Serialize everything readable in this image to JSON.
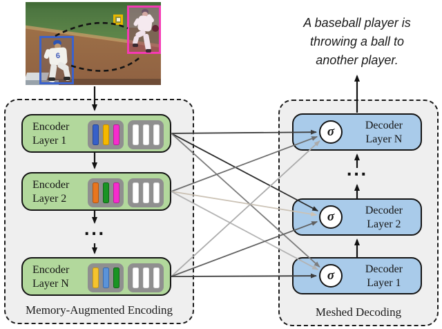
{
  "photo": {
    "description": "baseball-scene",
    "jersey_number": "6",
    "detections": [
      {
        "name": "player-blue-box",
        "color": "#3a62cc"
      },
      {
        "name": "player-pink-box",
        "color": "#f53ab4"
      },
      {
        "name": "ball-box",
        "color": "#e8b800"
      }
    ]
  },
  "caption": {
    "lines": [
      "A baseball player is",
      "throwing a ball to",
      "another player."
    ]
  },
  "encoder": {
    "panel_label": "Memory-Augmented Encoding",
    "ellipsis": "···",
    "layers": [
      {
        "id": "enc1",
        "label_line1": "Encoder",
        "label_line2": "Layer 1",
        "memory_bars": [
          {
            "fill": "#3760c8",
            "border": "#24459a"
          },
          {
            "fill": "#f5b800",
            "border": "#c78f00"
          },
          {
            "fill": "#f72ccd",
            "border": "#b81e98"
          }
        ],
        "key_bars": [
          {
            "fill": "#ffffff",
            "border": "#e2e2e2"
          },
          {
            "fill": "#ffffff",
            "border": "#e2e2e2"
          },
          {
            "fill": "#ffffff",
            "border": "#e2e2e2"
          }
        ]
      },
      {
        "id": "enc2",
        "label_line1": "Encoder",
        "label_line2": "Layer 2",
        "memory_bars": [
          {
            "fill": "#e8761f",
            "border": "#b3540e"
          },
          {
            "fill": "#1a9423",
            "border": "#116317"
          },
          {
            "fill": "#f72ccd",
            "border": "#b81e98"
          }
        ],
        "key_bars": [
          {
            "fill": "#ffffff",
            "border": "#e2e2e2"
          },
          {
            "fill": "#ffffff",
            "border": "#e2e2e2"
          },
          {
            "fill": "#ffffff",
            "border": "#e2e2e2"
          }
        ]
      },
      {
        "id": "encN",
        "label_line1": "Encoder",
        "label_line2": "Layer N",
        "memory_bars": [
          {
            "fill": "#f5c32e",
            "border": "#c79a12"
          },
          {
            "fill": "#5b93d8",
            "border": "#3a6aab"
          },
          {
            "fill": "#1a9423",
            "border": "#116317"
          }
        ],
        "key_bars": [
          {
            "fill": "#ffffff",
            "border": "#e2e2e2"
          },
          {
            "fill": "#ffffff",
            "border": "#e2e2e2"
          },
          {
            "fill": "#ffffff",
            "border": "#e2e2e2"
          }
        ]
      }
    ]
  },
  "decoder": {
    "panel_label": "Meshed Decoding",
    "sigma": "σ",
    "ellipsis": "···",
    "layers": [
      {
        "id": "decN",
        "label_line1": "Decoder",
        "label_line2": "Layer N"
      },
      {
        "id": "dec2",
        "label_line1": "Decoder",
        "label_line2": "Layer 2"
      },
      {
        "id": "dec1",
        "label_line1": "Decoder",
        "label_line2": "Layer 1"
      }
    ]
  },
  "mesh_edges": [
    {
      "from": "enc1",
      "to": "decN",
      "color": "#3d3d3d"
    },
    {
      "from": "enc1",
      "to": "dec2",
      "color": "#2b2b2b"
    },
    {
      "from": "enc1",
      "to": "dec1",
      "color": "#7c7c7c"
    },
    {
      "from": "enc2",
      "to": "decN",
      "color": "#6e6e6e"
    },
    {
      "from": "enc2",
      "to": "dec2",
      "color": "#cbc2b5"
    },
    {
      "from": "enc2",
      "to": "dec1",
      "color": "#b3b3b3"
    },
    {
      "from": "encN",
      "to": "decN",
      "color": "#ababab"
    },
    {
      "from": "encN",
      "to": "dec2",
      "color": "#5f5f5f"
    },
    {
      "from": "encN",
      "to": "dec1",
      "color": "#3d3d3d"
    }
  ],
  "colors": {
    "encoder_fill": "#b2d89c",
    "decoder_fill": "#a9cbea",
    "slot_bg": "#8f8f8f",
    "panel_bg": "#efefef"
  }
}
